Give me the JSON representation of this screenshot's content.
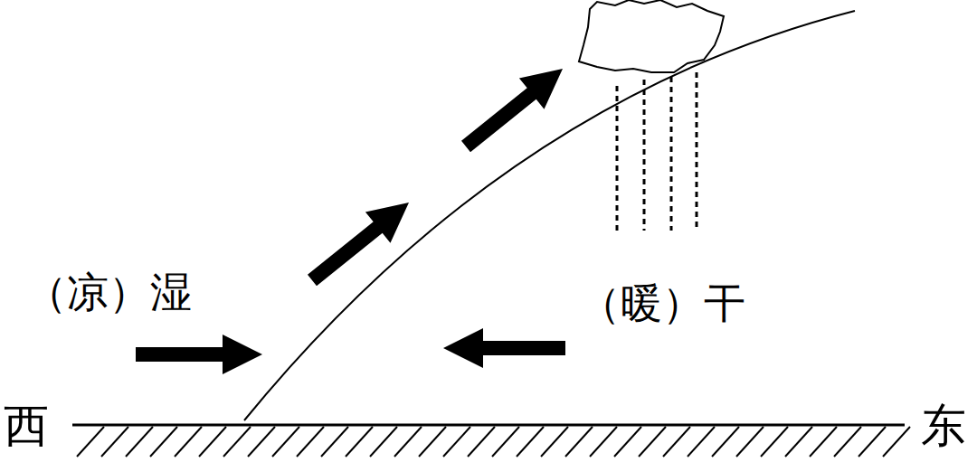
{
  "diagram": {
    "labels": [
      "（凉）湿",
      "（暖）干",
      "西",
      "东"
    ]
  }
}
